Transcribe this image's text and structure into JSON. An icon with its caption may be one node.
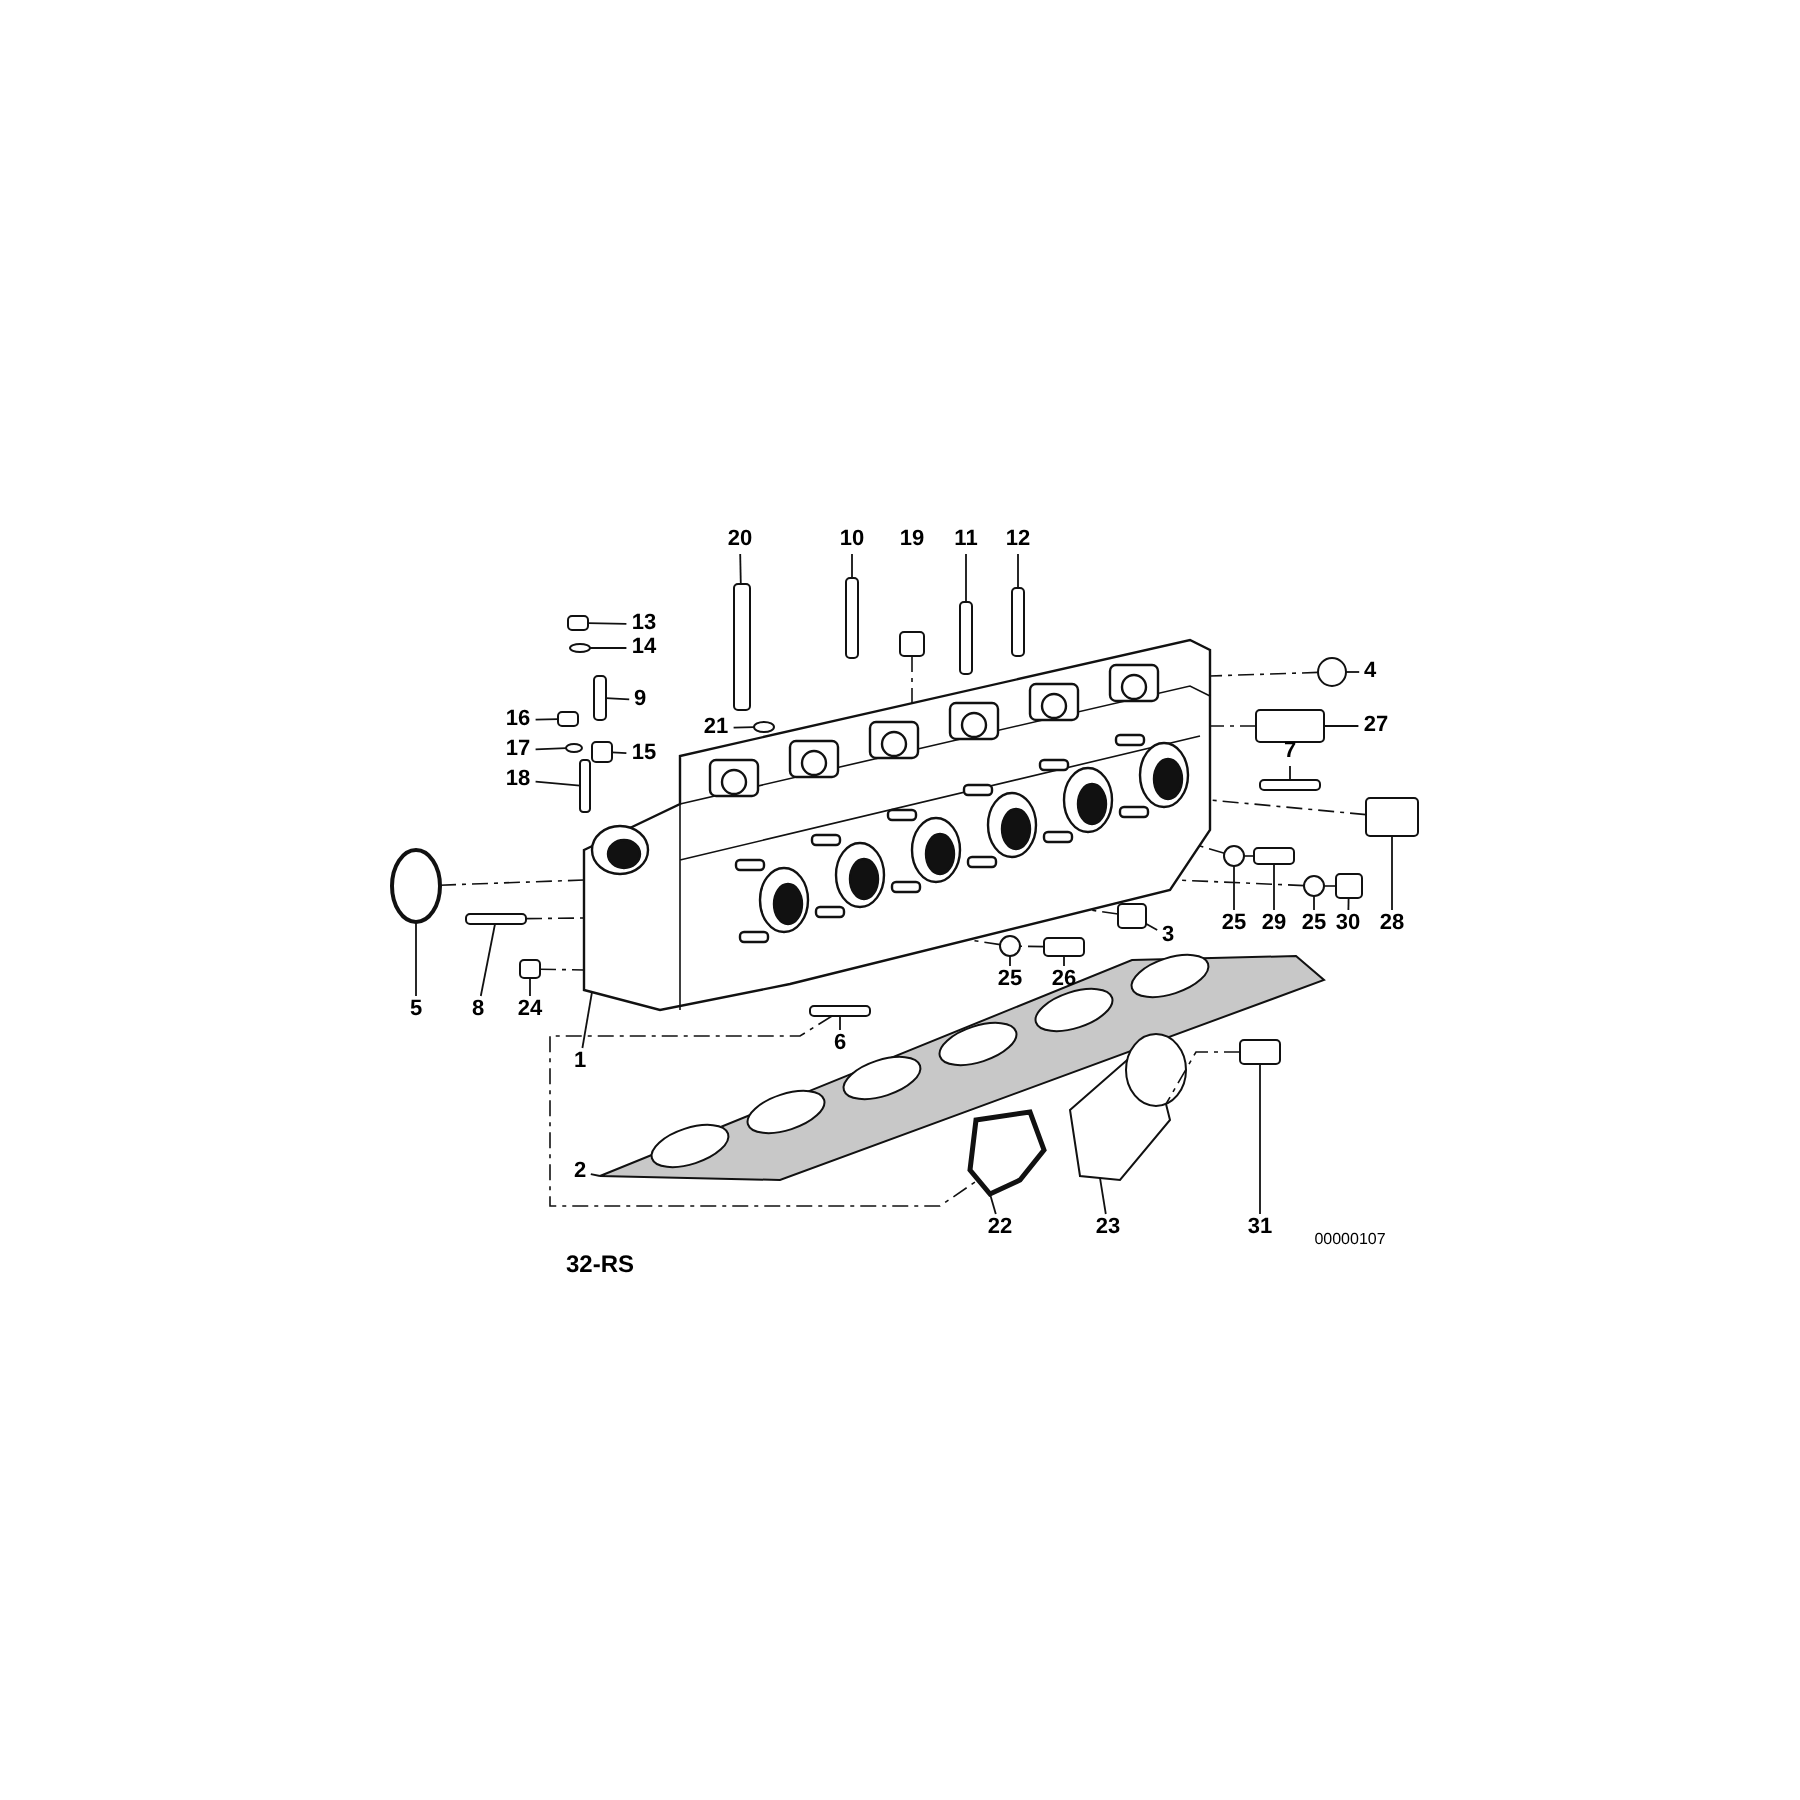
{
  "diagram": {
    "nodes": [
      {
        "text": [
          "20"
        ]
      },
      {
        "text": [
          "10"
        ]
      },
      {
        "text": [
          "19"
        ]
      },
      {
        "text": [
          "11"
        ]
      },
      {
        "text": [
          "12"
        ]
      },
      {
        "text": [
          "13"
        ]
      },
      {
        "text": [
          "14"
        ]
      },
      {
        "text": [
          "4"
        ]
      },
      {
        "text": [
          "9"
        ]
      },
      {
        "text": [
          "16"
        ]
      },
      {
        "text": [
          "27"
        ]
      },
      {
        "text": [
          "17"
        ]
      },
      {
        "text": [
          "15"
        ]
      },
      {
        "text": [
          "21"
        ]
      },
      {
        "text": [
          "7"
        ]
      },
      {
        "text": [
          "18"
        ]
      },
      {
        "text": [
          "3"
        ]
      },
      {
        "text": [
          "25"
        ]
      },
      {
        "text": [
          "29"
        ]
      },
      {
        "text": [
          "25"
        ]
      },
      {
        "text": [
          "30"
        ]
      },
      {
        "text": [
          "28"
        ]
      },
      {
        "text": [
          "25"
        ]
      },
      {
        "text": [
          "26"
        ]
      },
      {
        "text": [
          "5"
        ]
      },
      {
        "text": [
          "8"
        ]
      },
      {
        "text": [
          "24"
        ]
      },
      {
        "text": [
          "6"
        ]
      },
      {
        "text": [
          "1"
        ]
      },
      {
        "text": [
          "2"
        ]
      },
      {
        "text": [
          "22"
        ]
      },
      {
        "text": [
          "23"
        ]
      },
      {
        "text": [
          "31"
        ]
      },
      {
        "text": [],
        "shape": "box"
      },
      {
        "text": [],
        "shape": "box"
      },
      {
        "text": [],
        "shape": "box"
      },
      {
        "text": [],
        "shape": "box"
      },
      {
        "text": [],
        "shape": "box"
      },
      {
        "text": [],
        "shape": "box"
      },
      {
        "text": [],
        "shape": "circle"
      },
      {
        "text": [],
        "shape": "circle"
      },
      {
        "text": [],
        "shape": "box"
      },
      {
        "text": [],
        "shape": "box"
      },
      {
        "text": [],
        "shape": "box"
      },
      {
        "text": [],
        "shape": "circle"
      },
      {
        "text": [],
        "shape": "box"
      },
      {
        "text": [],
        "shape": "circle"
      },
      {
        "text": [],
        "shape": "box"
      },
      {
        "text": [],
        "shape": "box"
      },
      {
        "text": [],
        "shape": "box"
      },
      {
        "text": [],
        "shape": "circle"
      },
      {
        "text": [],
        "shape": "box"
      },
      {
        "text": [],
        "shape": "circle"
      },
      {
        "text": [],
        "shape": "box"
      },
      {
        "text": [],
        "shape": "box"
      },
      {
        "text": [],
        "shape": "circle"
      },
      {
        "text": [],
        "shape": "box"
      },
      {
        "text": [],
        "shape": "circle"
      },
      {
        "text": [],
        "shape": "box"
      },
      {
        "text": [],
        "shape": "box"
      },
      {
        "text": [],
        "shape": "box"
      },
      {
        "text": [],
        "shape": "picture"
      },
      {
        "text": [],
        "shape": "picture"
      },
      {
        "text": [],
        "shape": "picture"
      },
      {
        "text": [],
        "shape": "picture"
      },
      {
        "text": [],
        "shape": "box"
      }
    ],
    "edges": [
      {
        "from": 0,
        "to": 33,
        "arrow": "none"
      },
      {
        "from": 1,
        "to": 34,
        "arrow": "none"
      },
      {
        "from": 3,
        "to": 36,
        "arrow": "none"
      },
      {
        "from": 4,
        "to": 37,
        "arrow": "none"
      },
      {
        "from": 5,
        "to": 38,
        "arrow": "none"
      },
      {
        "from": 6,
        "to": 39,
        "arrow": "none"
      },
      {
        "from": 7,
        "to": 40,
        "arrow": "none"
      },
      {
        "from": 8,
        "to": 41,
        "arrow": "none"
      },
      {
        "from": 9,
        "to": 42,
        "arrow": "none"
      },
      {
        "from": 10,
        "to": 43,
        "arrow": "none"
      },
      {
        "from": 11,
        "to": 44,
        "arrow": "none"
      },
      {
        "from": 12,
        "to": 45,
        "arrow": "none"
      },
      {
        "from": 13,
        "to": 46,
        "arrow": "none"
      },
      {
        "from": 14,
        "to": 47,
        "arrow": "none"
      },
      {
        "from": 15,
        "to": 48,
        "arrow": "none"
      },
      {
        "from": 16,
        "to": 49,
        "arrow": "none"
      },
      {
        "from": 17,
        "to": 50,
        "arrow": "none"
      },
      {
        "from": 18,
        "to": 51,
        "arrow": "none"
      },
      {
        "from": 19,
        "to": 52,
        "arrow": "none"
      },
      {
        "from": 20,
        "to": 53,
        "arrow": "none"
      },
      {
        "from": 21,
        "to": 54,
        "arrow": "none"
      },
      {
        "from": 22,
        "to": 55,
        "arrow": "none"
      },
      {
        "from": 23,
        "to": 56,
        "arrow": "none"
      },
      {
        "from": 24,
        "to": 57,
        "arrow": "none"
      },
      {
        "from": 25,
        "to": 58,
        "arrow": "none"
      },
      {
        "from": 26,
        "to": 59,
        "arrow": "none"
      },
      {
        "from": 27,
        "to": 60,
        "arrow": "none"
      },
      {
        "from": 28,
        "to": 61,
        "arrow": "none"
      },
      {
        "from": 29,
        "to": 62,
        "arrow": "none"
      },
      {
        "from": 30,
        "to": 63,
        "arrow": "none"
      },
      {
        "from": 31,
        "to": 64,
        "arrow": "none"
      },
      {
        "from": 32,
        "to": 65,
        "arrow": "none"
      },
      {
        "from": 57,
        "to": 61,
        "arrow": "none",
        "style": "dashed"
      },
      {
        "from": 58,
        "to": 61,
        "arrow": "none",
        "style": "dashed"
      },
      {
        "from": 59,
        "to": 61,
        "arrow": "none",
        "style": "dashed"
      },
      {
        "from": 40,
        "to": 61,
        "arrow": "none",
        "style": "dashed"
      },
      {
        "from": 43,
        "to": 61,
        "arrow": "none",
        "style": "dashed"
      },
      {
        "from": 54,
        "to": 61,
        "arrow": "none",
        "style": "dashed"
      },
      {
        "from": 53,
        "to": 52,
        "arrow": "none",
        "style": "dashed"
      },
      {
        "from": 52,
        "to": 61,
        "arrow": "none",
        "style": "dashed"
      },
      {
        "from": 51,
        "to": 50,
        "arrow": "none",
        "style": "dashed"
      },
      {
        "from": 50,
        "to": 61,
        "arrow": "none",
        "style": "dashed"
      },
      {
        "from": 49,
        "to": 61,
        "arrow": "none",
        "style": "dashed"
      },
      {
        "from": 56,
        "to": 55,
        "arrow": "none",
        "style": "dashed"
      },
      {
        "from": 55,
        "to": 61,
        "arrow": "none",
        "style": "dashed"
      },
      {
        "from": 35,
        "to": 61,
        "arrow": "none",
        "style": "dashed"
      },
      {
        "from": 60,
        "to": 63,
        "arrow": "none",
        "style": "dashed"
      },
      {
        "from": 65,
        "to": 64,
        "arrow": "none",
        "style": "dashed"
      }
    ],
    "labels": [
      "32-RS",
      "00000107"
    ]
  }
}
